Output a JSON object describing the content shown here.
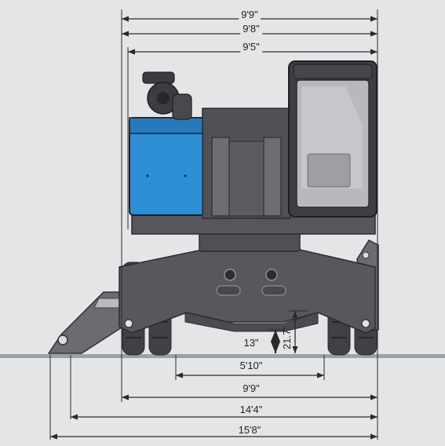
{
  "colors": {
    "background": "#e4e5e7",
    "machine_dark": "#4b4d52",
    "machine_mid": "#5f6166",
    "machine_light": "#8a8c90",
    "engine_blue": "#2f8fd6",
    "ground_line": "#9aa1a8",
    "dimension_line": "#2a2a2a"
  },
  "dimensions": {
    "overall_width_top": "9'9\"",
    "cab_to_counterweight": "9'8\"",
    "cab_width_top": "9'5\"",
    "ground_clearance": "13\"",
    "axle_clearance": "21.7\"",
    "track_gauge": "5'10\"",
    "wheel_track_width": "9'9\"",
    "outrigger_span": "14'4\"",
    "overall_span": "15'8\""
  }
}
